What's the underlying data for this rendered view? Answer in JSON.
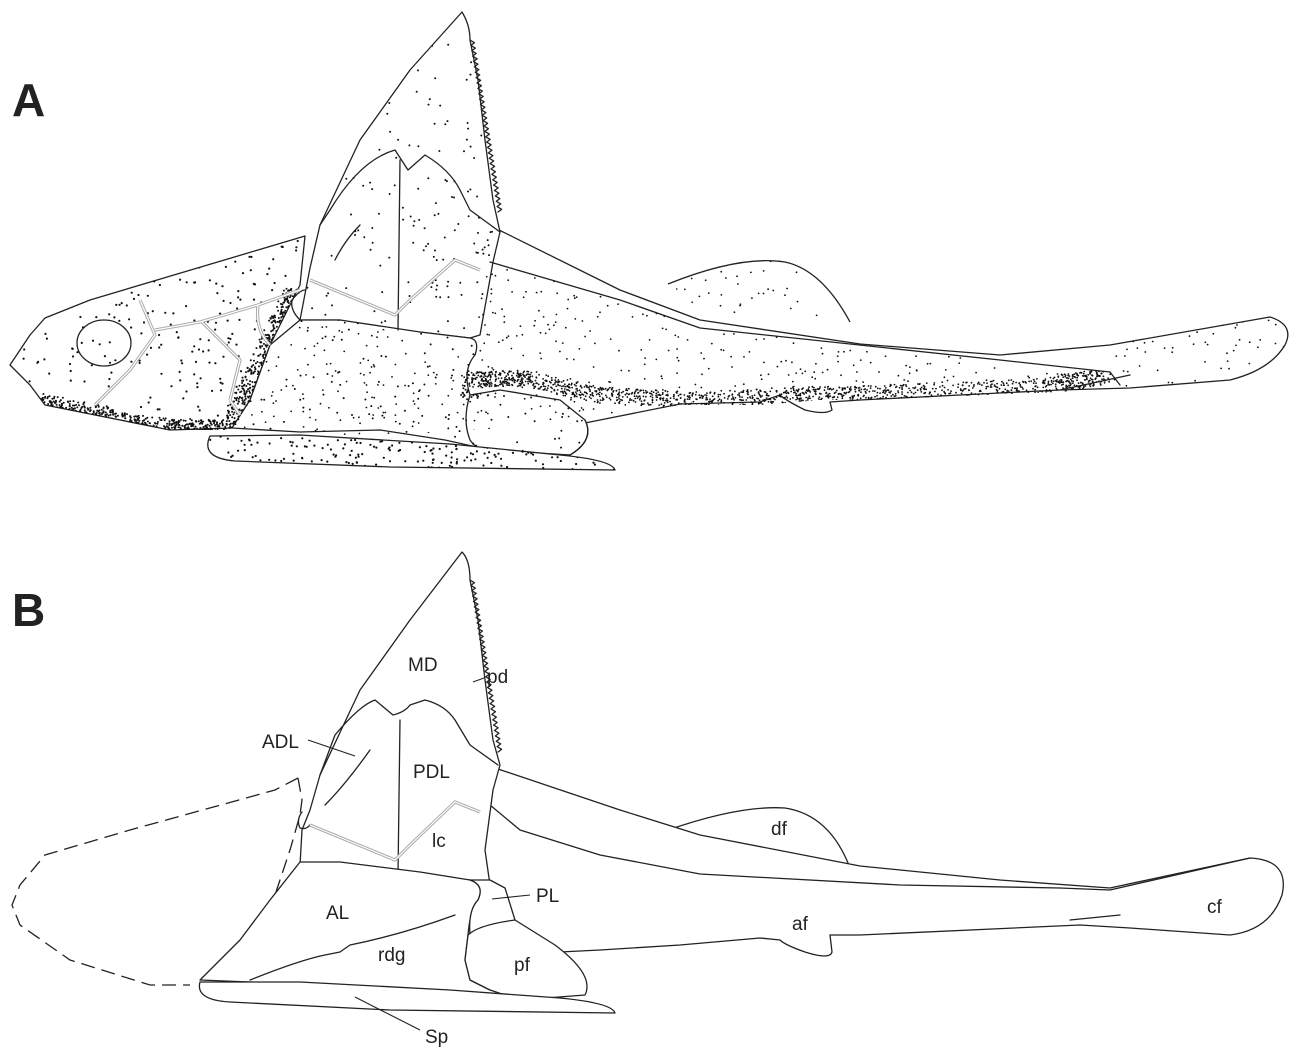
{
  "panels": {
    "a": {
      "letter": "A"
    },
    "b": {
      "letter": "B",
      "labels": {
        "md": "MD",
        "pd": "pd",
        "adl": "ADL",
        "pdl": "PDL",
        "lc": "lc",
        "df": "df",
        "al": "AL",
        "pl": "PL",
        "cf": "cf",
        "af": "af",
        "rdg": "rdg",
        "pf": "pf",
        "sp": "Sp"
      }
    }
  },
  "colors": {
    "line": "#222222",
    "stipple": "#111111",
    "suture": "#aaaaaa",
    "background": "#ffffff"
  }
}
